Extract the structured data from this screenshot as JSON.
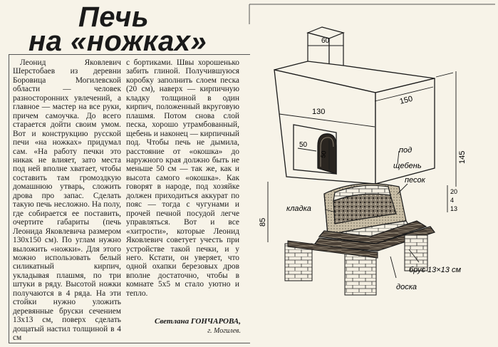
{
  "article": {
    "title_line1": "Печь",
    "title_line2": "на «ножках»",
    "col1": "Леонид Яковлевич Шерстобаев из деревни Боровица Могилевской области — человек разносторонних увлечений, а главное — мастер на все руки, причем самоучка. До всего старается дойти своим умом. Вот и конструкцию русской печи «на ножках» придумал сам. «На работу печки это никак не влияет, зато места под ней вполне хватает, чтобы составить там громоздкую домашнюю утварь, сложить дрова про запас. Сделать такую печь несложно. На полу, где собирается ее поставить, очертите габариты (печь Леонида Яковлевича размером 130х150 см). По углам нужно выложить «ножки». Для этого можно использовать белый силикатный кирпич, укладывая плашмя, по три штуки в ряду. Высотой ножки получаются в 4 ряда. На эти стойки нужно уложить деревянные бруски сечением 13х13 см, поверх сделать дощатый настил толщиной в 4 см",
    "col2": "с бортиками. Швы хорошенько забить глиной. Получившуюся коробку заполнить слоем песка (20 см), наверх — кирпичную кладку толщиной в один кирпич, положенный вкруговую плашмя. Потом снова слой песка, хорошо утрамбованный, щебень и наконец — кирпичный под. Чтобы печь не дымила, расстояние от «окошка» до наружного края должно быть не меньше 50 см — так же, как и высота самого «окошка». Как говорят в народе, под хозяйке должен приходиться аккурат по пояс — тогда с чугунами и прочей печной посудой легче управляться. Вот и все «хитрости», которые Леонид Яковлевич советует учесть при устройстве такой печки, и у него. Кстати, он уверяет, что одной охапки березовых дров вполне достаточно, чтобы в комнате 5х5 м стало уютно и тепло.",
    "author": "Светлана ГОНЧАРОВА,",
    "city": "г. Могилев."
  },
  "drawing": {
    "dims": {
      "chimney": "60",
      "width": "130",
      "depth": "150",
      "window_w": "50",
      "window_h": "50",
      "height_total": "145",
      "height_base": "85",
      "layer_20": "20",
      "layer_4": "4",
      "layer_13": "13"
    },
    "labels": {
      "pod": "под",
      "scheben": "щебень",
      "pesok": "песок",
      "kladka": "кладка",
      "brus": "брус 13×13 см",
      "doska": "доска"
    }
  }
}
